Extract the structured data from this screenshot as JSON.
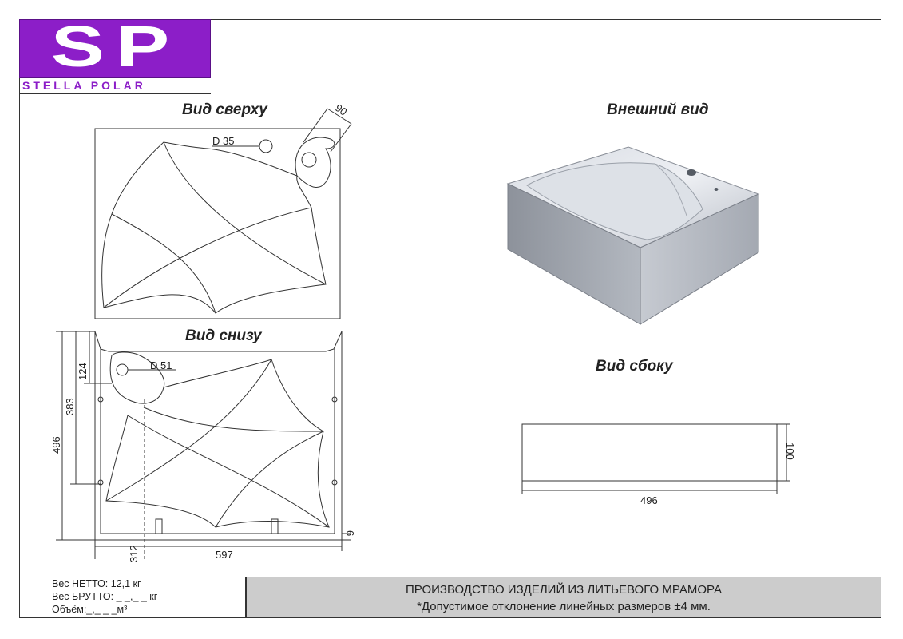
{
  "logo": {
    "letters": "SP",
    "name": "STELLA POLAR",
    "brand_color": "#8c1ec8"
  },
  "views": {
    "top": "Вид сверху",
    "bottom": "Вид снизу",
    "external": "Внешний вид",
    "side": "Вид сбоку"
  },
  "dimensions": {
    "top_angle": "90",
    "top_hole": "D 35",
    "bottom_hole": "D 51",
    "height_124": "124",
    "height_383": "383",
    "height_496": "496",
    "offset_6": "6",
    "offset_312": "312",
    "width_597": "597",
    "side_height": "100",
    "side_width": "496"
  },
  "footer": {
    "net_weight": "Вес НЕТТО: 12,1 кг",
    "gross_weight": "Вес БРУТТО: _ _,_ _ кг",
    "volume": "Объём:_,_ _ _м³",
    "title": "ПРОИЗВОДСТВО ИЗДЕЛИЙ ИЗ ЛИТЬЕВОГО МРАМОРА",
    "tolerance": "*Допустимое отклонение линейных размеров ±4 мм."
  }
}
